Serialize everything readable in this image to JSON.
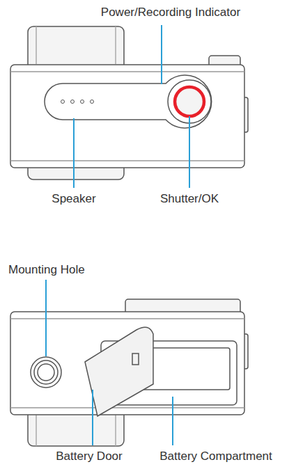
{
  "diagram": {
    "labels": [
      "Power/Recording Indicator",
      "Speaker",
      "Shutter/OK",
      "Mounting Hole",
      "Battery Door",
      "Battery Compartment"
    ]
  }
}
